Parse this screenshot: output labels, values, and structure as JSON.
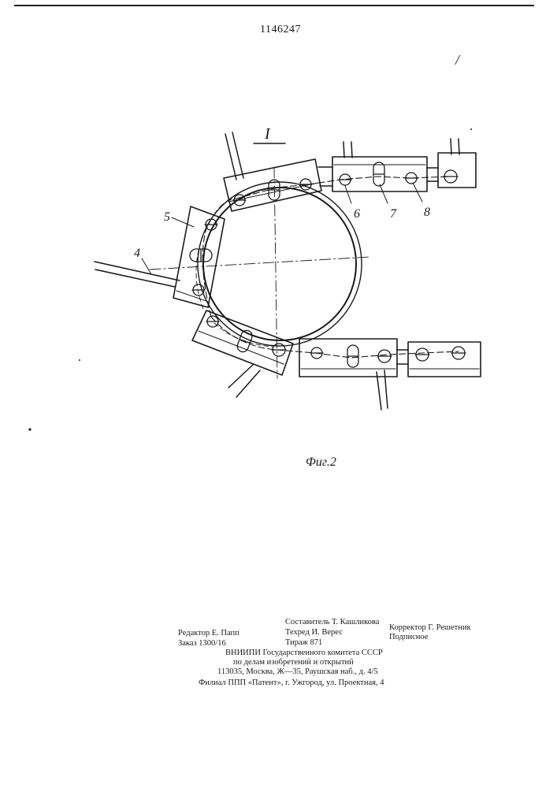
{
  "header": {
    "patent_number": "1146247",
    "page_mark": "/"
  },
  "figure": {
    "section_label": "I",
    "caption": "Фиг.2",
    "callouts": [
      "4",
      "5",
      "6",
      "7",
      "8"
    ]
  },
  "imprint": {
    "editor": "Редактор Е. Папп",
    "order": "Заказ 1300/16",
    "compiler": "Составитель Т. Кашликова",
    "tech_editor": "Техред И. Верес",
    "circulation": "Тираж 871",
    "corrector": "Корректор Г. Решетник",
    "subscription": "Подписное",
    "institute_line1": "ВНИИПИ Государственного комитета СССР",
    "institute_line2": "по делам изобретений и открытий",
    "address": "113035, Москва, Ж—35, Раушская наб., д. 4/5",
    "branch": "Филиал ППП «Патент», г. Ужгород, ул. Проектная, 4"
  }
}
